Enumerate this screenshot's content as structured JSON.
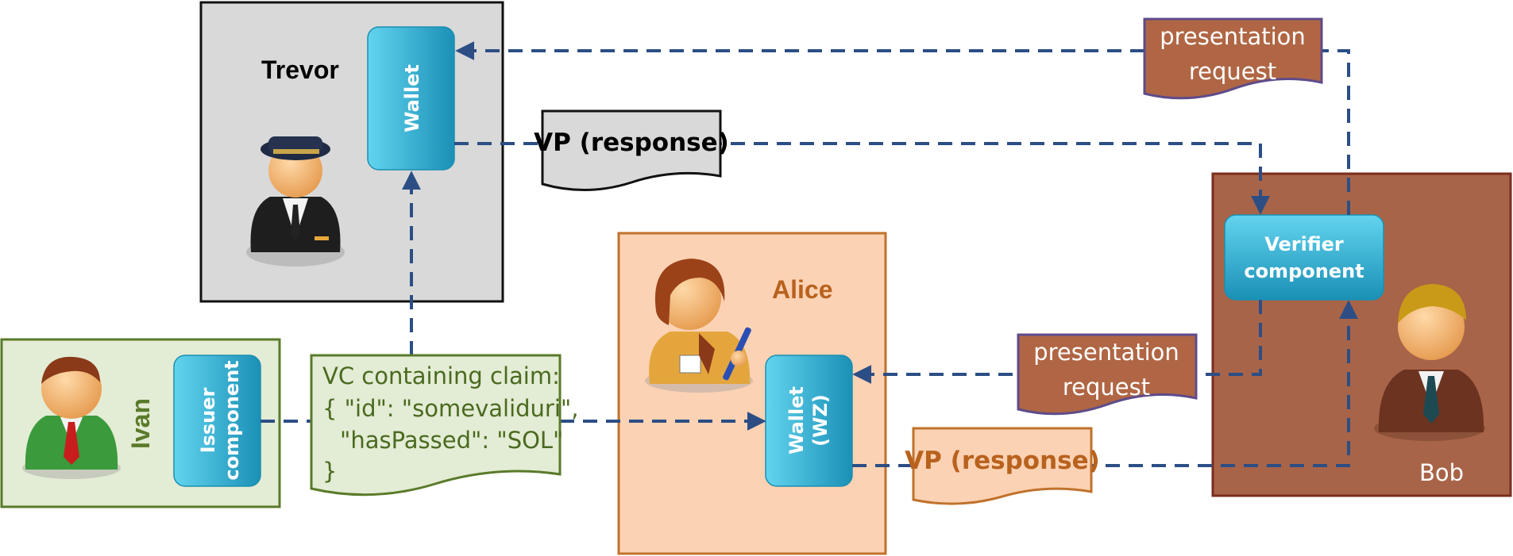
{
  "colors": {
    "arrow": "#2c4e85",
    "trevor_bg": "#d9d9d9",
    "ivan_bg": "#e3ecd4",
    "ivan_border": "#5a7a2a",
    "alice_bg": "#fcd2b4",
    "alice_border": "#c0722c",
    "bob_bg": "#a86448",
    "bob_border": "#7a2e1e",
    "component_top": "#5fd1ee",
    "component_bottom": "#1a93b8",
    "request_doc": "#b06644",
    "request_doc_border": "#5e4b8b",
    "vp_alice_doc": "#fcd2b4",
    "vp_alice_border": "#c0722c"
  },
  "actors": {
    "trevor": {
      "name": "Trevor",
      "icon": "conductor-person-icon",
      "component": "Wallet"
    },
    "ivan": {
      "name": "Ivan",
      "icon": "businessman-green-icon",
      "component_line1": "Issuer",
      "component_line2": "component"
    },
    "alice": {
      "name": "Alice",
      "icon": "woman-signing-icon",
      "component_line1": "Wallet",
      "component_line2": "(WZ)"
    },
    "bob": {
      "name": "Bob",
      "icon": "businessman-brown-icon",
      "component_line1": "Verifier",
      "component_line2": "component"
    }
  },
  "documents": {
    "vc_claim": {
      "line1": "VC containing claim:",
      "line2": "{ \"id\": \"somevaliduri\",",
      "line3": "\"hasPassed\": \"SOL\"",
      "line4": "}"
    },
    "vp_trevor": {
      "text": "VP (response)"
    },
    "vp_alice": {
      "text": "VP (response)"
    },
    "request_top": {
      "line1": "presentation",
      "line2": "request"
    },
    "request_mid": {
      "line1": "presentation",
      "line2": "request"
    }
  }
}
